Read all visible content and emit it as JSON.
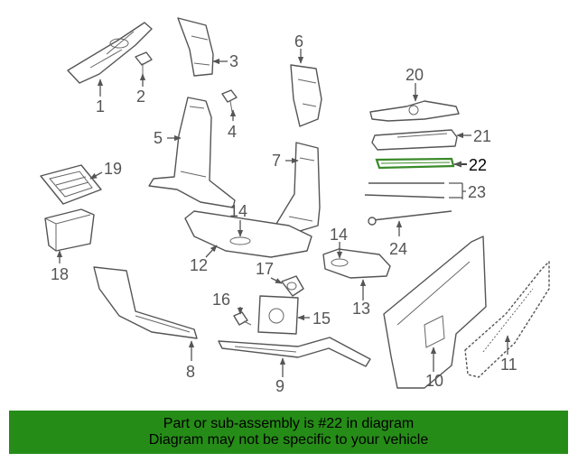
{
  "callouts": {
    "c1": "1",
    "c2": "2",
    "c3": "3",
    "c4": "4",
    "c5": "5",
    "c6": "6",
    "c7": "7",
    "c8": "8",
    "c9": "9",
    "c10": "10",
    "c11": "11",
    "c12": "12",
    "c13": "13",
    "c14a": "14",
    "c14b": "14",
    "c15": "15",
    "c16": "16",
    "c17": "17",
    "c18": "18",
    "c19": "19",
    "c20": "20",
    "c21": "21",
    "c22": "22",
    "c23": "23",
    "c24": "24"
  },
  "highlighted_part": "22",
  "colors": {
    "banner": "#268c18",
    "highlight": "#3a8a2a",
    "lines": "#555555"
  },
  "banner": {
    "line1": "Part or sub-assembly is #22 in diagram",
    "line2": "Diagram may not be specific to your vehicle"
  }
}
